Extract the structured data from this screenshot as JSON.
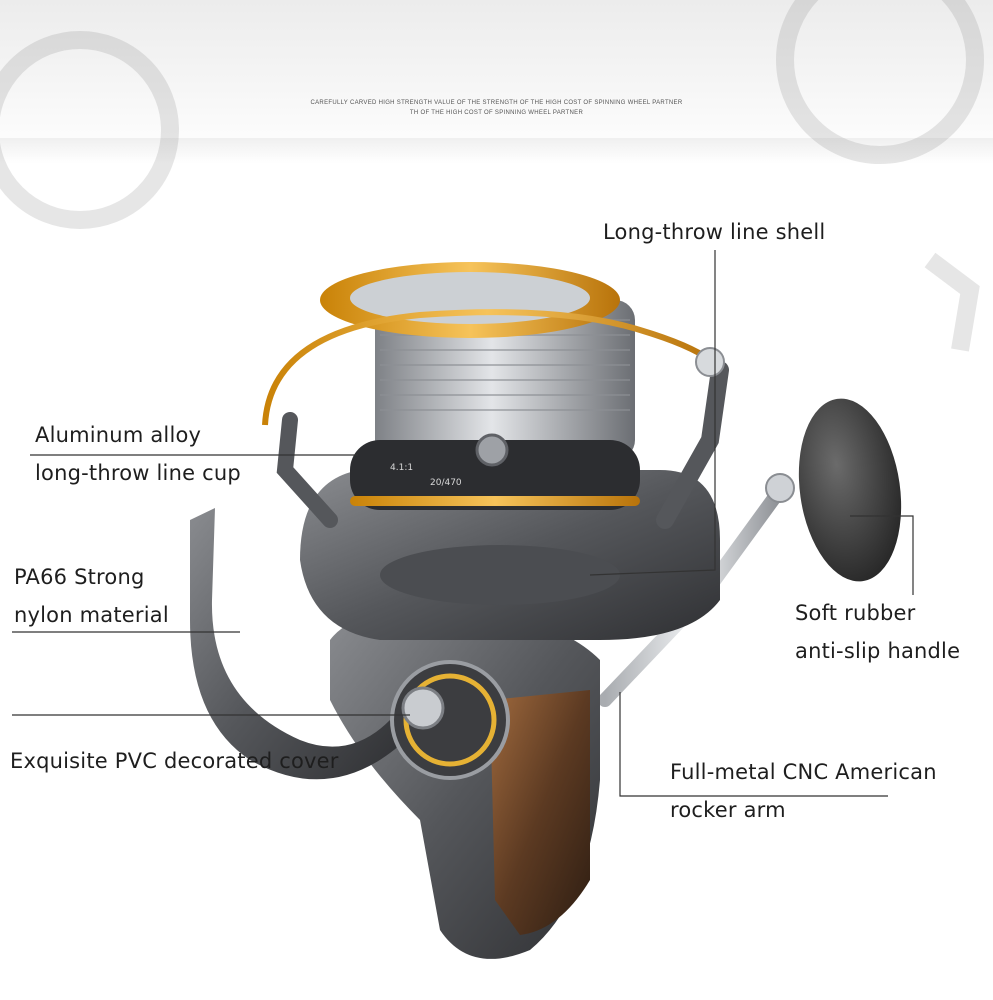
{
  "header": {
    "line1": "CAREFULLY CARVED HIGH STRENGTH VALUE OF THE STRENGTH OF THE HIGH COST OF SPINNING WHEEL PARTNER",
    "line2": "TH OF THE HIGH COST OF SPINNING WHEEL PARTNER"
  },
  "callouts": {
    "shell": {
      "line1": "Long-throw line shell"
    },
    "cup": {
      "line1": "Aluminum alloy",
      "line2": "long-throw line cup"
    },
    "nylon": {
      "line1": "PA66 Strong",
      "line2": "nylon material"
    },
    "handle": {
      "line1": "Soft rubber",
      "line2": "anti-slip handle"
    },
    "cover": {
      "line1": "Exquisite PVC decorated cover"
    },
    "rocker": {
      "line1": "Full-metal CNC American",
      "line2": "rocker arm"
    }
  },
  "reel": {
    "spool_text": [
      "4.1:1",
      "20/470"
    ],
    "colors": {
      "gold": "#e9a11a",
      "gunmetal": "#5a5c60",
      "silver": "#b9bcc0",
      "knob": "#3a3a3a",
      "bronze": "#7a4a2a"
    }
  }
}
